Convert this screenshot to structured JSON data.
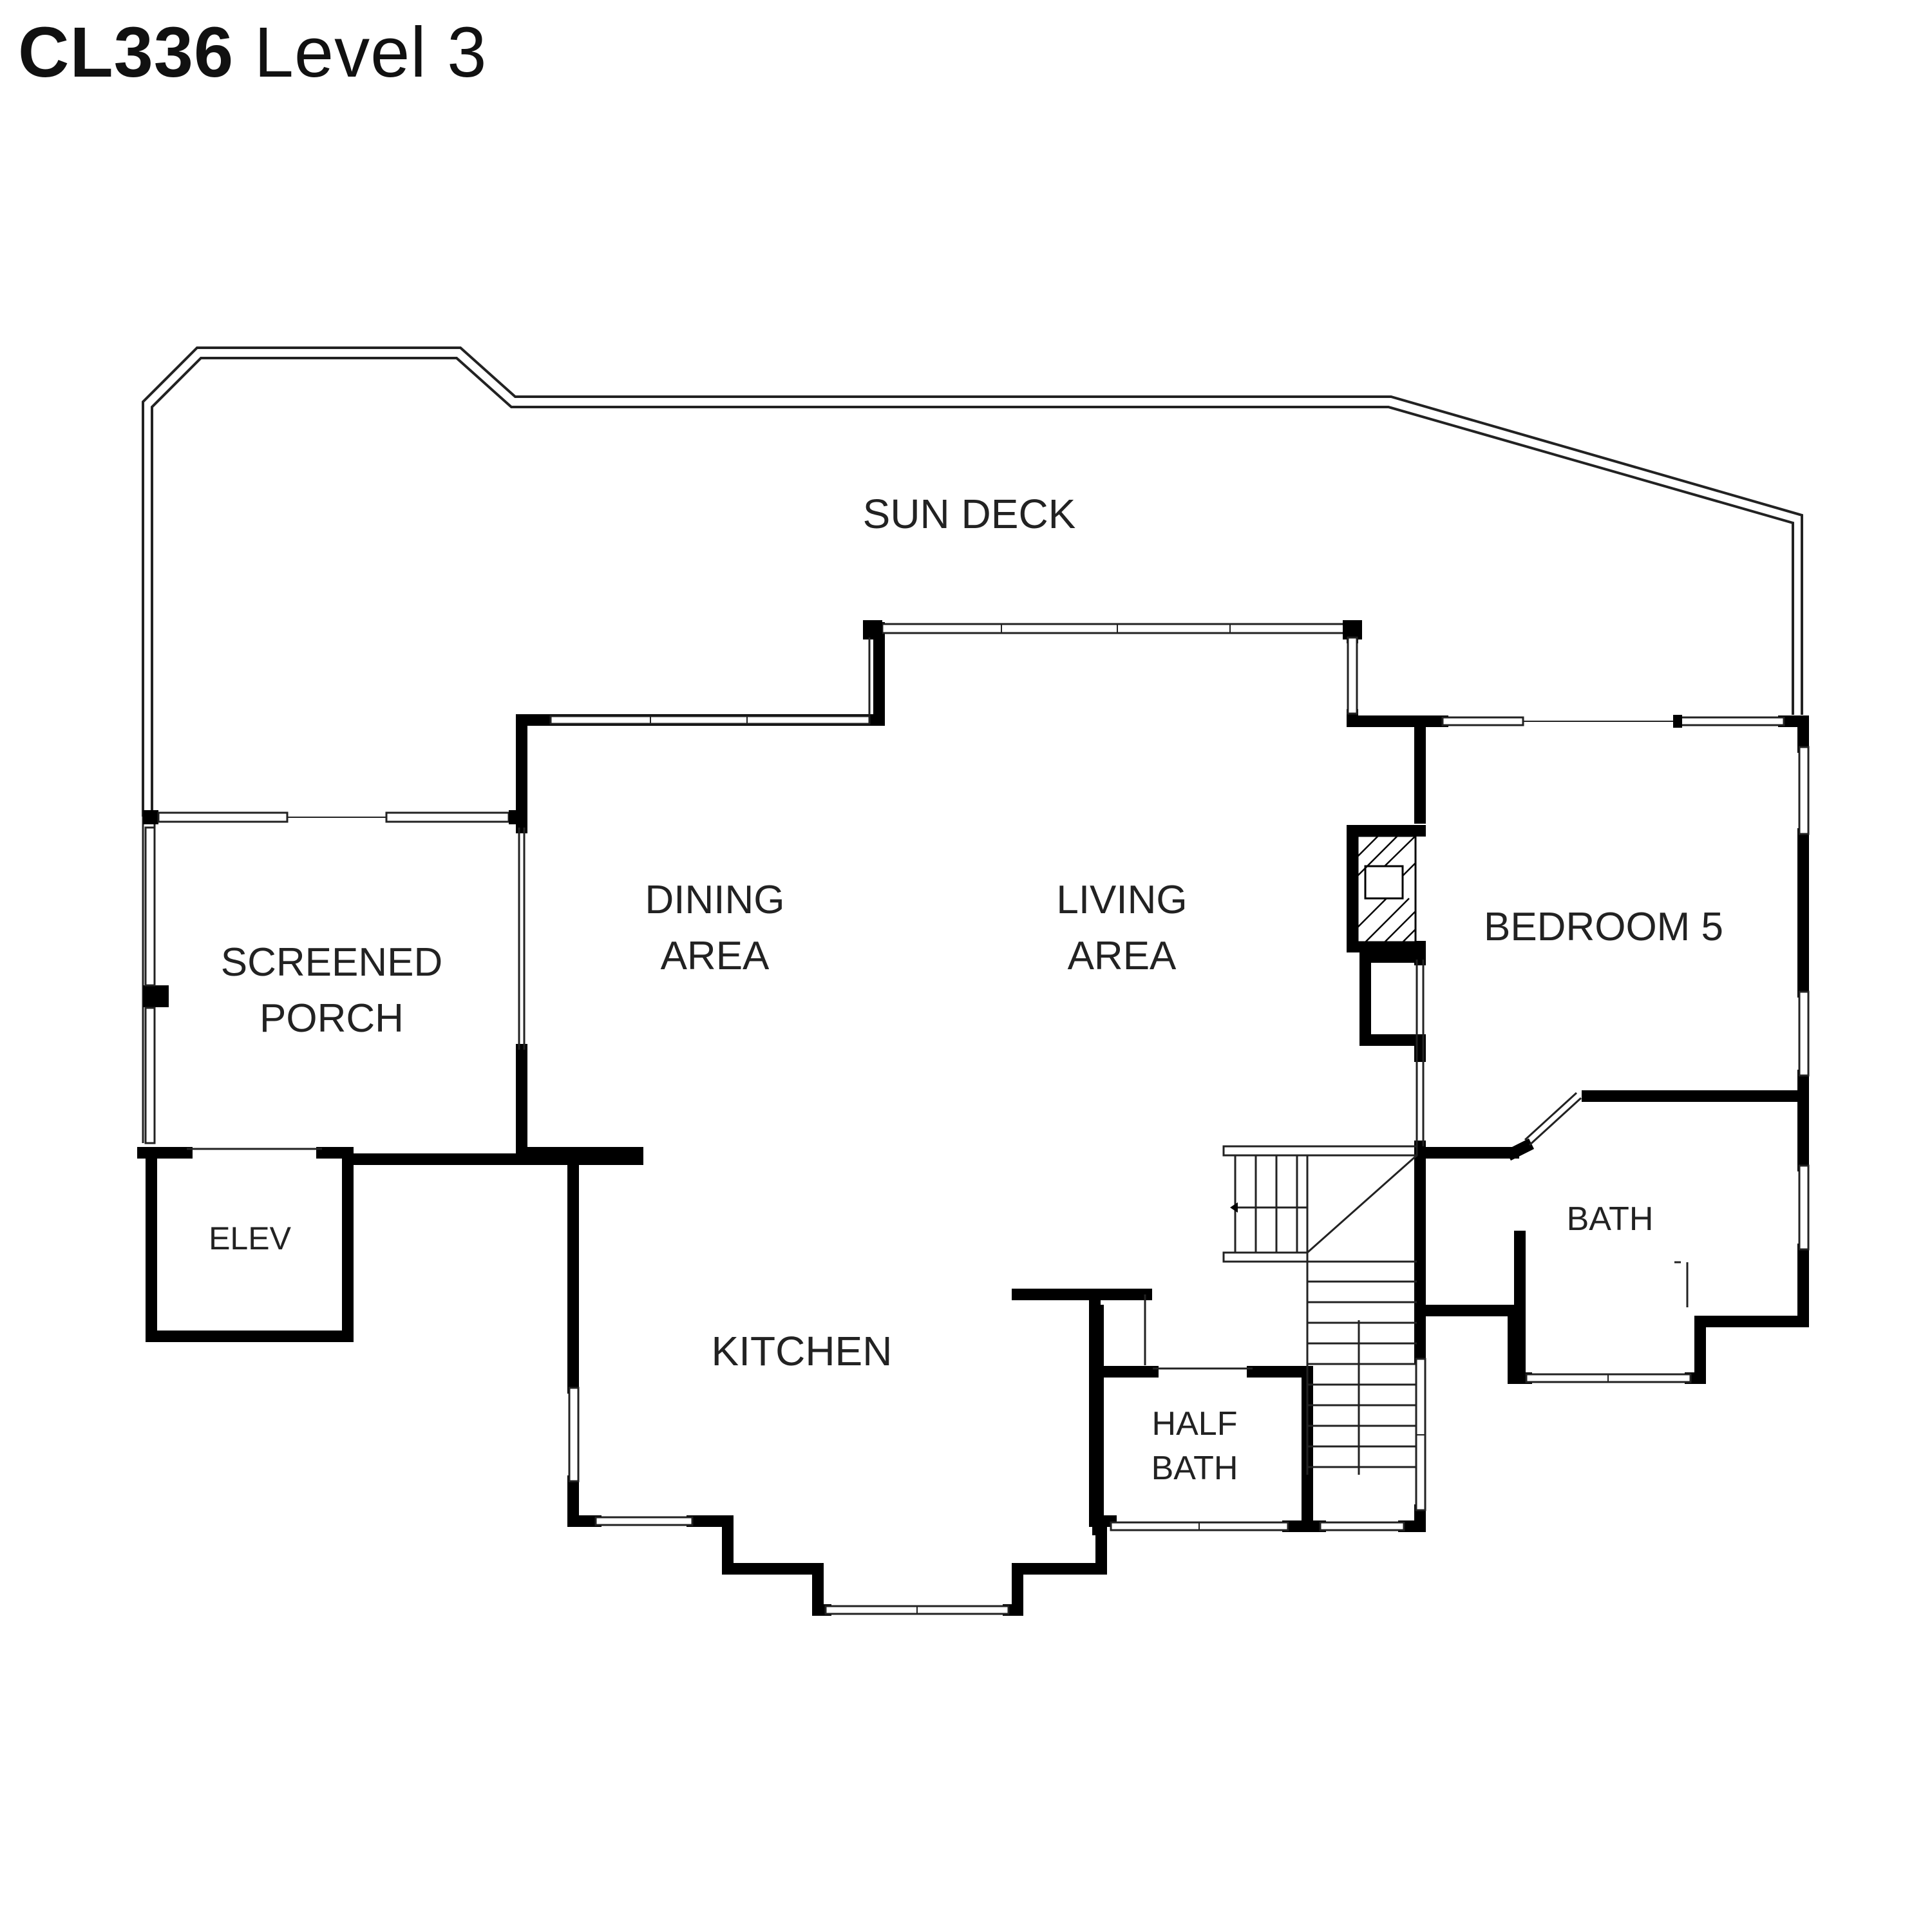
{
  "title": {
    "code": "CL336",
    "level": "Level 3"
  },
  "rooms": {
    "sun_deck": "SUN DECK",
    "screened_porch": [
      "SCREENED",
      "PORCH"
    ],
    "dining_area": [
      "DINING",
      "AREA"
    ],
    "living_area": [
      "LIVING",
      "AREA"
    ],
    "bedroom_5": "BEDROOM 5",
    "elev": "ELEV",
    "bath": "BATH",
    "kitchen": "KITCHEN",
    "half_bath": [
      "HALF",
      "BATH"
    ]
  }
}
